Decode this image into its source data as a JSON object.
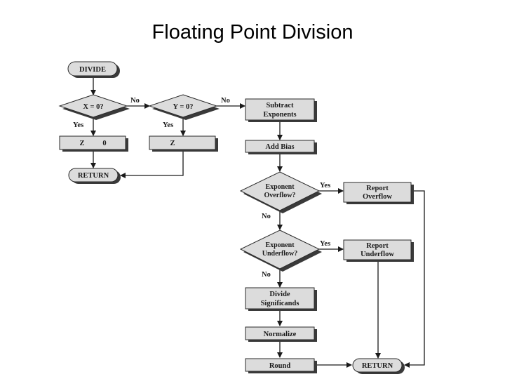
{
  "title": "Floating Point Division",
  "nodes": {
    "divide": "DIVIDE",
    "x_zero": "X = 0?",
    "y_zero": "Y = 0?",
    "z_zero": [
      "Z",
      "0"
    ],
    "z_inf": "Z",
    "return_left": "RETURN",
    "subtract": [
      "Subtract",
      "Exponents"
    ],
    "add_bias": "Add Bias",
    "exp_overflow": [
      "Exponent",
      "Overflow?"
    ],
    "report_overflow": [
      "Report",
      "Overflow"
    ],
    "exp_underflow": [
      "Exponent",
      "Underflow?"
    ],
    "report_underflow": [
      "Report",
      "Underflow"
    ],
    "divide_sig": [
      "Divide",
      "Significands"
    ],
    "normalize": "Normalize",
    "round": "Round",
    "return_right": "RETURN"
  },
  "edges": {
    "x_no": "No",
    "x_yes": "Yes",
    "y_no": "No",
    "y_yes": "Yes",
    "overflow_yes": "Yes",
    "overflow_no": "No",
    "underflow_yes": "Yes",
    "underflow_no": "No"
  }
}
